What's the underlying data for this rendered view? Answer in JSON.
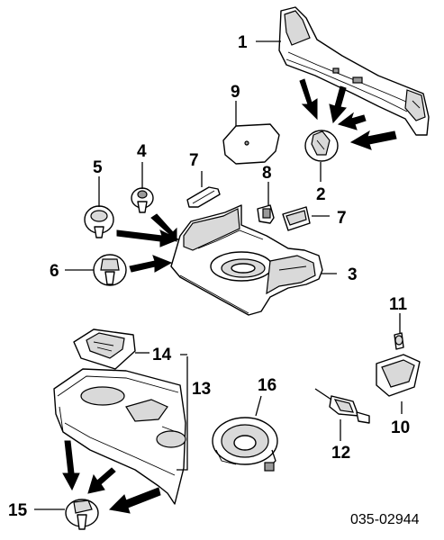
{
  "diagram": {
    "catalog_number": "035-02944",
    "callouts": [
      "1",
      "2",
      "3",
      "4",
      "5",
      "6",
      "7",
      "7",
      "8",
      "9",
      "10",
      "11",
      "12",
      "13",
      "14",
      "15",
      "16"
    ]
  }
}
